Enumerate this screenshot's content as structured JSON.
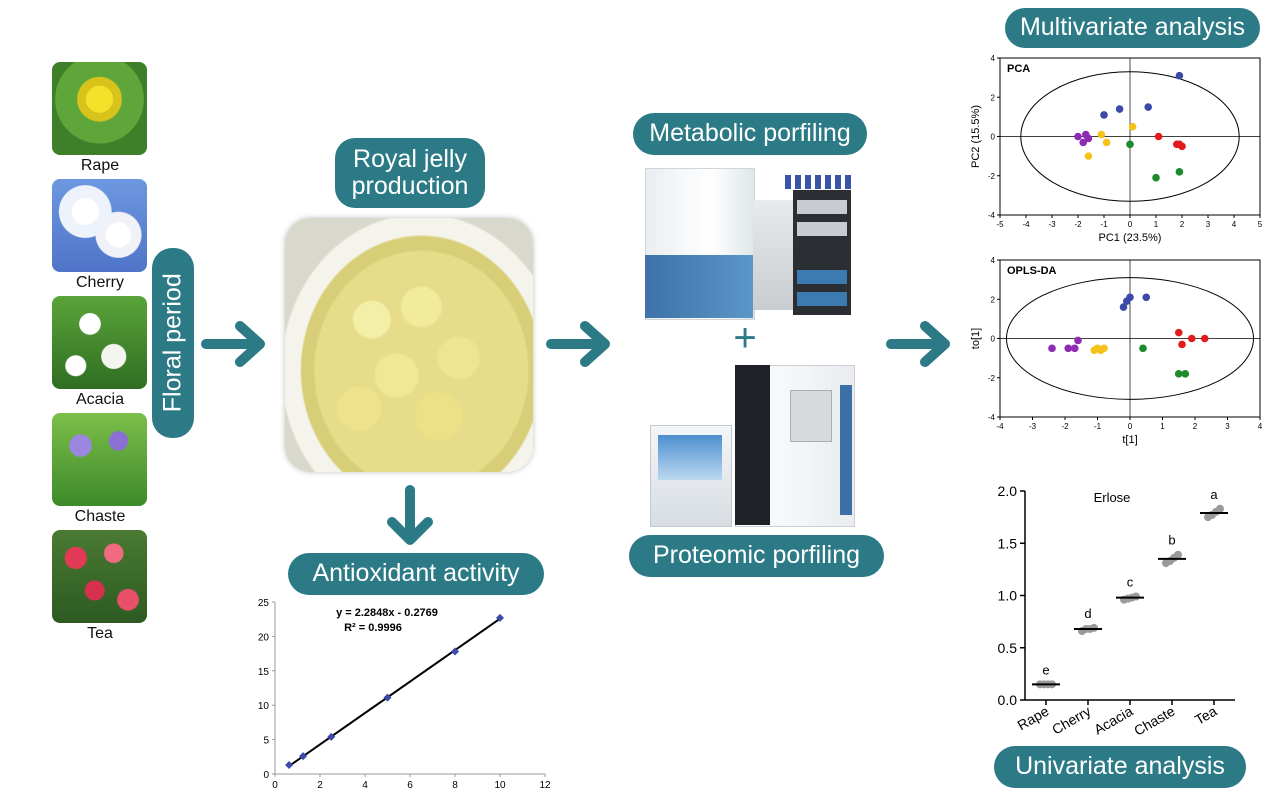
{
  "flowers": [
    {
      "label": "Rape",
      "color": "#e8d21a"
    },
    {
      "label": "Cherry",
      "color": "#5f86d6"
    },
    {
      "label": "Acacia",
      "color": "#4c9a36"
    },
    {
      "label": "Chaste",
      "color": "#8a6fd0"
    },
    {
      "label": "Tea",
      "color": "#d6304c"
    }
  ],
  "labels": {
    "floral_period": "Floral period",
    "royal_jelly_1": "Royal jelly",
    "royal_jelly_2": "production",
    "antioxidant": "Antioxidant activity",
    "metabolic": "Metabolic porfiling",
    "proteomic": "Proteomic porfiling",
    "multivariate": "Multivariate analysis",
    "univariate": "Univariate analysis",
    "plus": "+"
  },
  "colors": {
    "accent": "#2b7a86",
    "group_purple": "#8e2bb3",
    "group_yellow": "#f3c21b",
    "group_blue": "#3b4aa8",
    "group_green": "#1d8a2c",
    "group_red": "#e21c1c"
  },
  "chart_data": [
    {
      "type": "scatter",
      "name": "antioxidant",
      "equation": "y = 2.2848x - 0.2769",
      "r2": "R² = 0.9996",
      "x": [
        0.625,
        1.25,
        2.5,
        5,
        8,
        10
      ],
      "y": [
        1.3,
        2.6,
        5.4,
        11.1,
        17.8,
        22.7
      ],
      "fit": {
        "slope": 2.2848,
        "intercept": -0.2769
      },
      "xlim": [
        0,
        12
      ],
      "ylim": [
        0,
        25
      ],
      "xticks": [
        "0",
        "2",
        "4",
        "6",
        "8",
        "10",
        "12"
      ],
      "yticks": [
        "0",
        "5",
        "10",
        "15",
        "20",
        "25"
      ],
      "color": "#3b4aa8"
    },
    {
      "type": "scatter",
      "name": "pca",
      "title": "PCA",
      "xlabel": "PC1 (23.5%)",
      "ylabel": "PC2 (15.5%)",
      "xlim": [
        -5,
        5
      ],
      "ylim": [
        -4,
        4
      ],
      "xticks": [
        "-5",
        "-4",
        "-3",
        "-2",
        "-1",
        "0",
        "1",
        "2",
        "3",
        "4",
        "5"
      ],
      "yticks": [
        "-4",
        "-2",
        "0",
        "2",
        "4"
      ],
      "ellipse": {
        "cx": 0,
        "cy": 0,
        "rx": 4.2,
        "ry": 3.3
      },
      "points": [
        {
          "x": -2.0,
          "y": 0.0,
          "g": "purple"
        },
        {
          "x": -1.8,
          "y": -0.3,
          "g": "purple"
        },
        {
          "x": -1.6,
          "y": -0.1,
          "g": "purple"
        },
        {
          "x": -1.7,
          "y": 0.1,
          "g": "purple"
        },
        {
          "x": -1.1,
          "y": 0.1,
          "g": "yellow"
        },
        {
          "x": -0.9,
          "y": -0.3,
          "g": "yellow"
        },
        {
          "x": -1.6,
          "y": -1.0,
          "g": "yellow"
        },
        {
          "x": 0.1,
          "y": 0.5,
          "g": "yellow"
        },
        {
          "x": -1.0,
          "y": 1.1,
          "g": "blue"
        },
        {
          "x": -0.4,
          "y": 1.4,
          "g": "blue"
        },
        {
          "x": 0.7,
          "y": 1.5,
          "g": "blue"
        },
        {
          "x": 1.9,
          "y": 3.1,
          "g": "blue"
        },
        {
          "x": 0.0,
          "y": -0.4,
          "g": "green"
        },
        {
          "x": 1.0,
          "y": -2.1,
          "g": "green"
        },
        {
          "x": 1.9,
          "y": -1.8,
          "g": "green"
        },
        {
          "x": 1.1,
          "y": 0.0,
          "g": "red"
        },
        {
          "x": 1.8,
          "y": -0.4,
          "g": "red"
        },
        {
          "x": 1.9,
          "y": -0.4,
          "g": "red"
        },
        {
          "x": 2.0,
          "y": -0.5,
          "g": "red"
        }
      ]
    },
    {
      "type": "scatter",
      "name": "oplsda",
      "title": "OPLS-DA",
      "xlabel": "t[1]",
      "ylabel": "to[1]",
      "xlim": [
        -4,
        4
      ],
      "ylim": [
        -4,
        4
      ],
      "xticks": [
        "-4",
        "-3",
        "-2",
        "-1",
        "0",
        "1",
        "2",
        "3",
        "4"
      ],
      "yticks": [
        "-4",
        "-2",
        "0",
        "2",
        "4"
      ],
      "ellipse": {
        "cx": 0,
        "cy": 0,
        "rx": 3.8,
        "ry": 3.1
      },
      "points": [
        {
          "x": -2.4,
          "y": -0.5,
          "g": "purple"
        },
        {
          "x": -1.9,
          "y": -0.5,
          "g": "purple"
        },
        {
          "x": -1.7,
          "y": -0.5,
          "g": "purple"
        },
        {
          "x": -1.6,
          "y": -0.1,
          "g": "purple"
        },
        {
          "x": -1.1,
          "y": -0.6,
          "g": "yellow"
        },
        {
          "x": -1.0,
          "y": -0.5,
          "g": "yellow"
        },
        {
          "x": -0.9,
          "y": -0.6,
          "g": "yellow"
        },
        {
          "x": -0.8,
          "y": -0.5,
          "g": "yellow"
        },
        {
          "x": -0.2,
          "y": 1.6,
          "g": "blue"
        },
        {
          "x": -0.1,
          "y": 1.9,
          "g": "blue"
        },
        {
          "x": 0.0,
          "y": 2.1,
          "g": "blue"
        },
        {
          "x": 0.5,
          "y": 2.1,
          "g": "blue"
        },
        {
          "x": 0.4,
          "y": -0.5,
          "g": "green"
        },
        {
          "x": 1.5,
          "y": -1.8,
          "g": "green"
        },
        {
          "x": 1.7,
          "y": -1.8,
          "g": "green"
        },
        {
          "x": 1.5,
          "y": 0.3,
          "g": "red"
        },
        {
          "x": 1.6,
          "y": -0.3,
          "g": "red"
        },
        {
          "x": 1.9,
          "y": 0.0,
          "g": "red"
        },
        {
          "x": 2.3,
          "y": 0.0,
          "g": "red"
        }
      ]
    },
    {
      "type": "scatter",
      "name": "erlose",
      "title": "Erlose",
      "categories": [
        "Rape",
        "Cherry",
        "Acacia",
        "Chaste",
        "Tea"
      ],
      "means": [
        0.15,
        0.68,
        0.98,
        1.35,
        1.79
      ],
      "letters": [
        "e",
        "d",
        "c",
        "b",
        "a"
      ],
      "points": [
        [
          0.15,
          0.15,
          0.15,
          0.15
        ],
        [
          0.66,
          0.68,
          0.68,
          0.69
        ],
        [
          0.96,
          0.97,
          0.98,
          0.99
        ],
        [
          1.31,
          1.33,
          1.36,
          1.39
        ],
        [
          1.75,
          1.77,
          1.8,
          1.83
        ]
      ],
      "ylim": [
        0,
        2.0
      ],
      "yticks": [
        "0.0",
        "0.5",
        "1.0",
        "1.5",
        "2.0"
      ]
    }
  ]
}
